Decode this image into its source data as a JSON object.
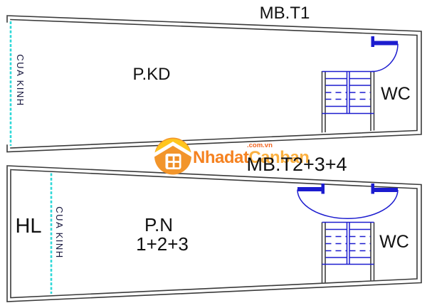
{
  "plans": {
    "t1": {
      "title": "MB.T1",
      "room_main": "P.KD",
      "room_wc": "WC",
      "glass_label": "CUA KINH"
    },
    "t234": {
      "title": "MB.T2+3+4",
      "room_hall": "HL",
      "room_main": "P.N",
      "room_main_sub": "1+2+3",
      "room_wc": "WC",
      "glass_label": "CUA KINH"
    }
  },
  "watermark": {
    "brand_part1": "Nhadat",
    "brand_part2": "Canban",
    "domain": ".com.vn"
  },
  "colors": {
    "wall_gray": "#3a3a3a",
    "fixture_blue": "#1c1ccf",
    "glass_cyan": "#2fd8d8",
    "label_black": "#111111",
    "brand_orange": "#F58220",
    "brand_light_orange": "#FBB040",
    "logo_yellow": "#FFC61E",
    "logo_orange": "#F2952B",
    "domain_orange_red": "#F26522"
  }
}
